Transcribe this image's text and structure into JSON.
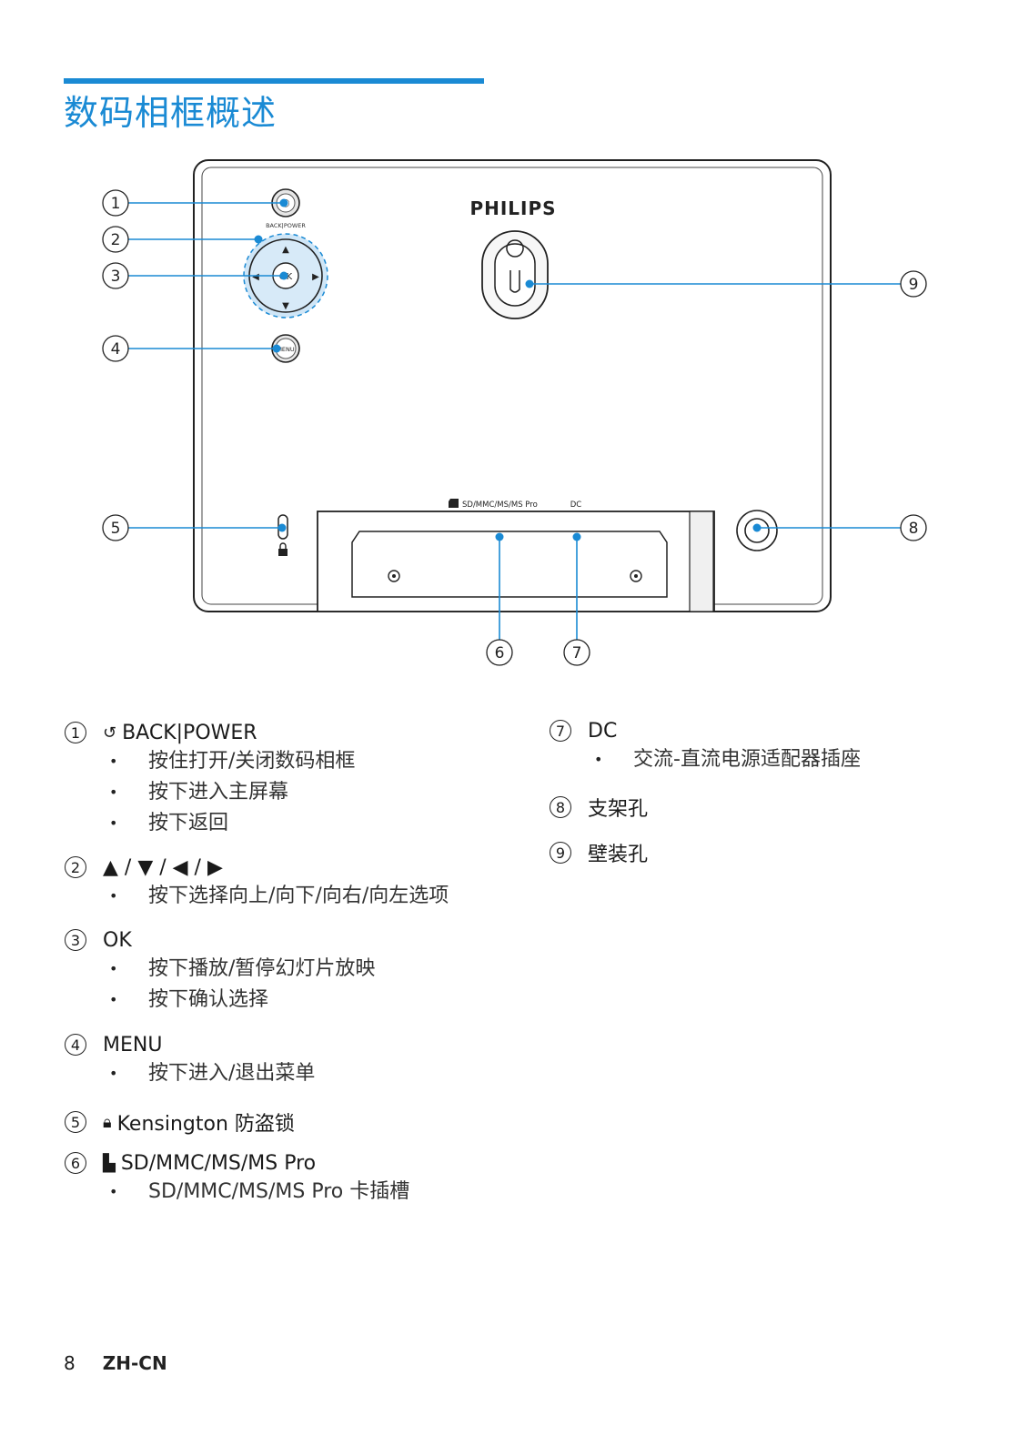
{
  "page": {
    "title": "数码相框概述"
  },
  "diagram": {
    "brand": "PHILIPS",
    "back_power_label": "BACK|POWER",
    "ok_label": "OK",
    "menu_label": "MENU",
    "sd_label": "SD/MMC/MS/MS Pro",
    "dc_label": "DC",
    "callouts": [
      "1",
      "2",
      "3",
      "4",
      "5",
      "6",
      "7",
      "8",
      "9"
    ]
  },
  "items": [
    {
      "num": "1",
      "label": "BACK|POWER",
      "icon": "back-power-icon",
      "bullets": [
        "按住打开/关闭数码相框",
        "按下进入主屏幕",
        "按下返回"
      ]
    },
    {
      "num": "2",
      "label": "▲ / ▼ / ◀ / ▶",
      "bullets": [
        "按下选择向上/向下/向右/向左选项"
      ]
    },
    {
      "num": "3",
      "label": "OK",
      "bullets": [
        "按下播放/暂停幻灯片放映",
        "按下确认选择"
      ]
    },
    {
      "num": "4",
      "label": "MENU",
      "bullets": [
        "按下进入/退出菜单"
      ]
    },
    {
      "num": "5",
      "label": "Kensington 防盗锁",
      "icon": "lock-icon",
      "bullets": []
    },
    {
      "num": "6",
      "label": "SD/MMC/MS/MS Pro",
      "icon": "sd-card-icon",
      "bullets": [
        "SD/MMC/MS/MS Pro 卡插槽"
      ]
    },
    {
      "num": "7",
      "label": "DC",
      "bullets": [
        "交流-直流电源适配器插座"
      ]
    },
    {
      "num": "8",
      "label": "支架孔",
      "bullets": []
    },
    {
      "num": "9",
      "label": "壁装孔",
      "bullets": []
    }
  ],
  "footer": {
    "page_number": "8",
    "language": "ZH-CN"
  },
  "colors": {
    "accent": "#1a8ad4",
    "dpad_fill": "#cfe6f7"
  }
}
